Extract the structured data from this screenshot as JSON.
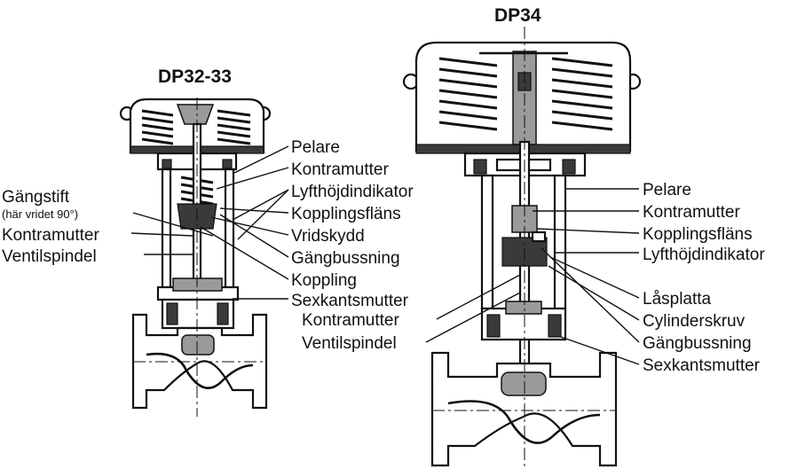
{
  "diagram": {
    "left_title": "DP32-33",
    "right_title": "DP34",
    "left_labels": {
      "gangstift": "Gängstift",
      "gangstift_note": "(här vridet 90°)",
      "kontramutter_outer": "Kontramutter",
      "ventilspindel_outer": "Ventilspindel",
      "pelare": "Pelare",
      "kontramutter": "Kontramutter",
      "lyfthojdindikator": "Lyfthöjdindikator",
      "kopplingsflans": "Kopplingsfläns",
      "vridskydd": "Vridskydd",
      "gangbussning": "Gängbussning",
      "koppling": "Koppling",
      "sexkantsmutter": "Sexkantsmutter"
    },
    "right_labels": {
      "kontramutter_inner": "Kontramutter",
      "ventilspindel_inner": "Ventilspindel",
      "pelare": "Pelare",
      "kontramutter": "Kontramutter",
      "kopplingsflans": "Kopplingsfläns",
      "lyfthojdindikator": "Lyfthöjdindikator",
      "lasplatta": "Låsplatta",
      "cylinderskruv": "Cylinderskruv",
      "gangbussning": "Gängbussning",
      "sexkantsmutter": "Sexkantsmutter"
    }
  }
}
